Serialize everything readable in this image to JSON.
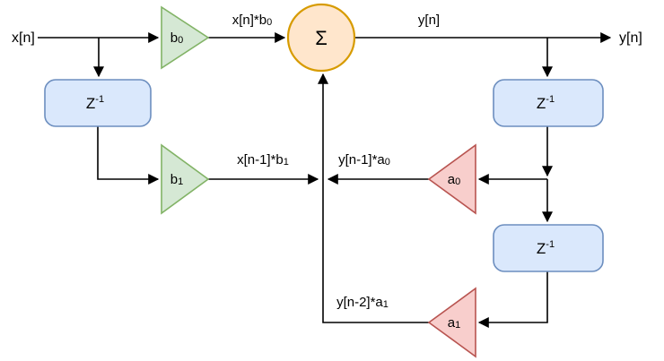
{
  "diagram": {
    "input_label": "x[n]",
    "output_label": "y[n]",
    "output_wire_label": "y[n]",
    "sum_symbol": "Σ",
    "delay": {
      "base": "Z",
      "exp": "-1"
    },
    "gains": {
      "b0": {
        "base": "b",
        "sub": "0"
      },
      "b1": {
        "base": "b",
        "sub": "1"
      },
      "a0": {
        "base": "a",
        "sub": "0"
      },
      "a1": {
        "base": "a",
        "sub": "1"
      }
    },
    "signals": {
      "xb0": {
        "main": "x[n]*b",
        "sub": "0"
      },
      "xb1": {
        "main": "x[n-1]*b",
        "sub": "1"
      },
      "ya0": {
        "main": "y[n-1]*a",
        "sub": "0"
      },
      "ya1": {
        "main": "y[n-2]*a",
        "sub": "1"
      }
    },
    "colors": {
      "wire": "#000000",
      "gain_fill": "#d5e8d4",
      "gain_stroke": "#82b366",
      "feedback_fill": "#f8cecc",
      "feedback_stroke": "#b85450",
      "delay_fill": "#dae8fc",
      "delay_stroke": "#6c8ebf",
      "sum_fill": "#ffe6cc",
      "sum_stroke": "#d79b00"
    }
  }
}
